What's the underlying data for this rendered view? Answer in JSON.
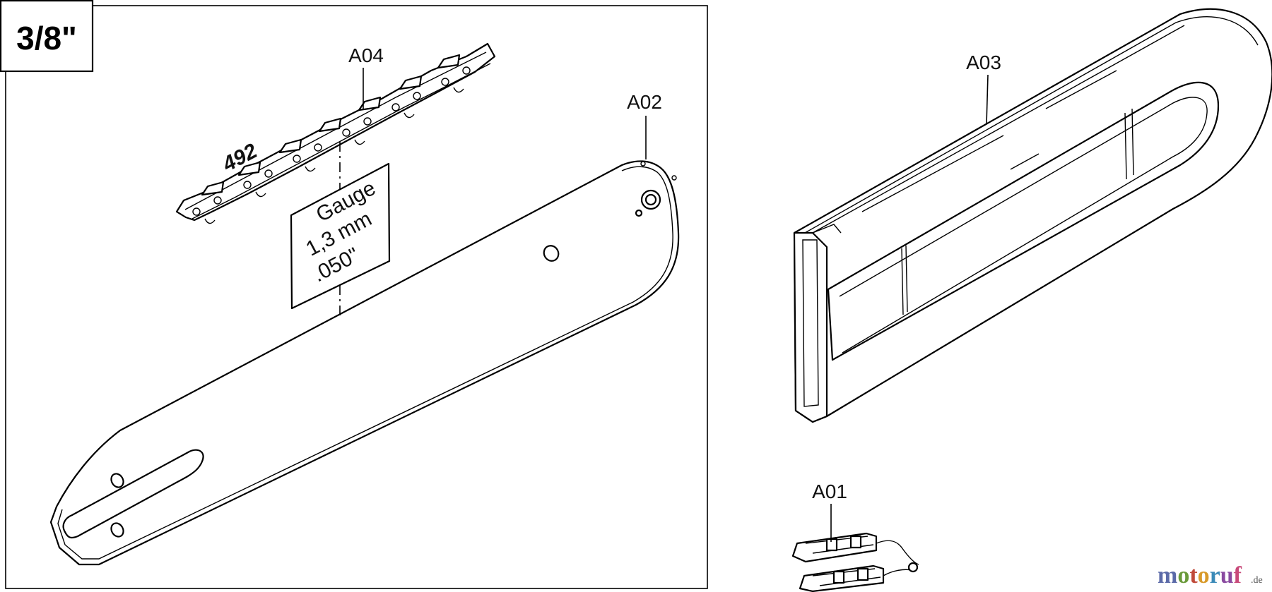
{
  "pitch_label": "3/8\"",
  "chain_number": "492",
  "gauge": {
    "line1": "Gauge",
    "line2": "1,3 mm",
    "line3": ".050\""
  },
  "parts": [
    {
      "id": "A01"
    },
    {
      "id": "A02"
    },
    {
      "id": "A03"
    },
    {
      "id": "A04"
    }
  ],
  "watermark": {
    "letters": [
      "m",
      "o",
      "t",
      "o",
      "r",
      "u",
      "f"
    ],
    "colors": [
      "#5b6aa8",
      "#6a9a3a",
      "#c04a3a",
      "#d89a2a",
      "#3a8ab8",
      "#8a4aa0",
      "#c84a7a"
    ],
    "suffix": ".de"
  }
}
